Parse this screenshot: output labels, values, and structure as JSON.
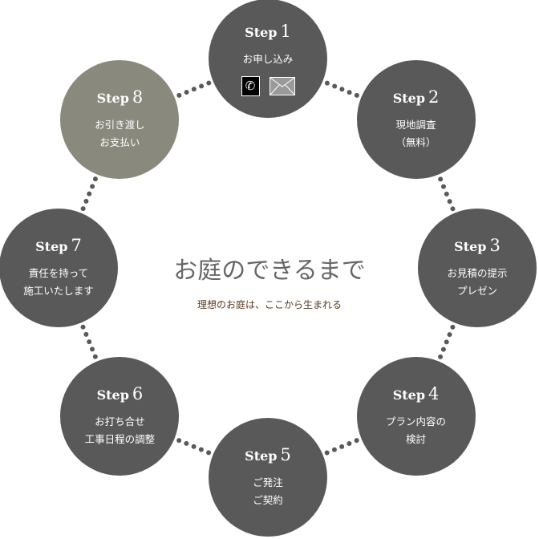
{
  "title": "お庭のできるまで",
  "subtitle": "理想のお庭は、ここから生まれる",
  "colors": {
    "step": "#595959",
    "step_last": "#8a897d",
    "dots": "#595959"
  },
  "steps": [
    {
      "word": "Step",
      "num": "1",
      "lines": [
        "お申し込み"
      ],
      "icons": [
        "phone-icon",
        "mail-icon"
      ]
    },
    {
      "word": "Step",
      "num": "2",
      "lines": [
        "現地調査",
        "（無料）"
      ]
    },
    {
      "word": "Step",
      "num": "3",
      "lines": [
        "お見積の提示",
        "プレゼン"
      ]
    },
    {
      "word": "Step",
      "num": "4",
      "lines": [
        "プラン内容の",
        "検討"
      ]
    },
    {
      "word": "Step",
      "num": "5",
      "lines": [
        "ご発注",
        "ご契約"
      ]
    },
    {
      "word": "Step",
      "num": "6",
      "lines": [
        "お打ち合せ",
        "工事日程の調整"
      ]
    },
    {
      "word": "Step",
      "num": "7",
      "lines": [
        "責任を持って",
        "施工いたします"
      ]
    },
    {
      "word": "Step",
      "num": "8",
      "lines": [
        "お引き渡し",
        "お支払い"
      ]
    }
  ]
}
